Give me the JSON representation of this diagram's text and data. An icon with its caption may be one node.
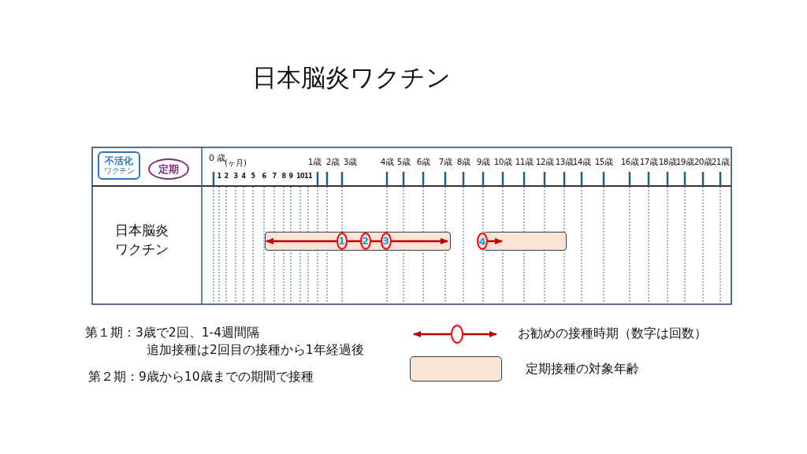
{
  "diagram": {
    "title": "日本脳炎ワクチン",
    "nodes": [
      {
        "text": [
          "不活化",
          "ワクチン"
        ]
      },
      {
        "text": [
          "定期"
        ]
      },
      {
        "text": [],
        "shape": "bar"
      },
      {
        "text": [
          "1"
        ],
        "in": 2
      },
      {
        "text": [
          "2"
        ],
        "in": 2
      },
      {
        "text": [
          "3"
        ],
        "in": 2
      },
      {
        "text": [],
        "shape": "bar"
      },
      {
        "text": [
          "4"
        ]
      }
    ],
    "edges": [
      {
        "from": 3,
        "to": null,
        "arrow": "to"
      },
      {
        "from": 3,
        "to": 4,
        "arrow": "none"
      },
      {
        "from": 4,
        "to": 5,
        "arrow": "none"
      },
      {
        "from": 5,
        "to": null,
        "arrow": "to"
      },
      {
        "from": 7,
        "to": null,
        "arrow": "to"
      }
    ],
    "labels": [
      "0 歳",
      "(ヶ月)",
      "1歳",
      "2歳",
      "3歳",
      "4歳",
      "5歳",
      "6歳",
      "7歳",
      "8歳",
      "9歳",
      "10歳",
      "11歳",
      "12歳",
      "13歳",
      "14歳",
      "15歳",
      "16歳",
      "17歳",
      "18歳",
      "19歳",
      "20歳",
      "21歳",
      "1",
      "2",
      "3",
      "4",
      "5",
      "6",
      "7",
      "8",
      "9",
      "10",
      "11",
      "日本脳炎ワクチン",
      "第１期：3歳で2回、1-4週間隔",
      "追加接種は2回目の接種から1年経過後",
      "第２期：9歳から10歳までの期間で接種"
    ],
    "legend": [
      {
        "text": "お勧めの接種時期（数字は回数）"
      },
      {
        "text": "定期接種の対象年齢",
        "color": "#fbe3d6"
      }
    ]
  }
}
